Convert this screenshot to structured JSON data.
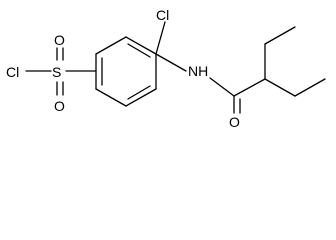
{
  "molecule": {
    "labels": {
      "cl_sulfonyl": "Cl",
      "sulfur": "S",
      "oxygen_top": "O",
      "oxygen_bottom": "O",
      "cl_ring": "Cl",
      "nh": "NH",
      "oxygen_carbonyl": "O"
    }
  }
}
